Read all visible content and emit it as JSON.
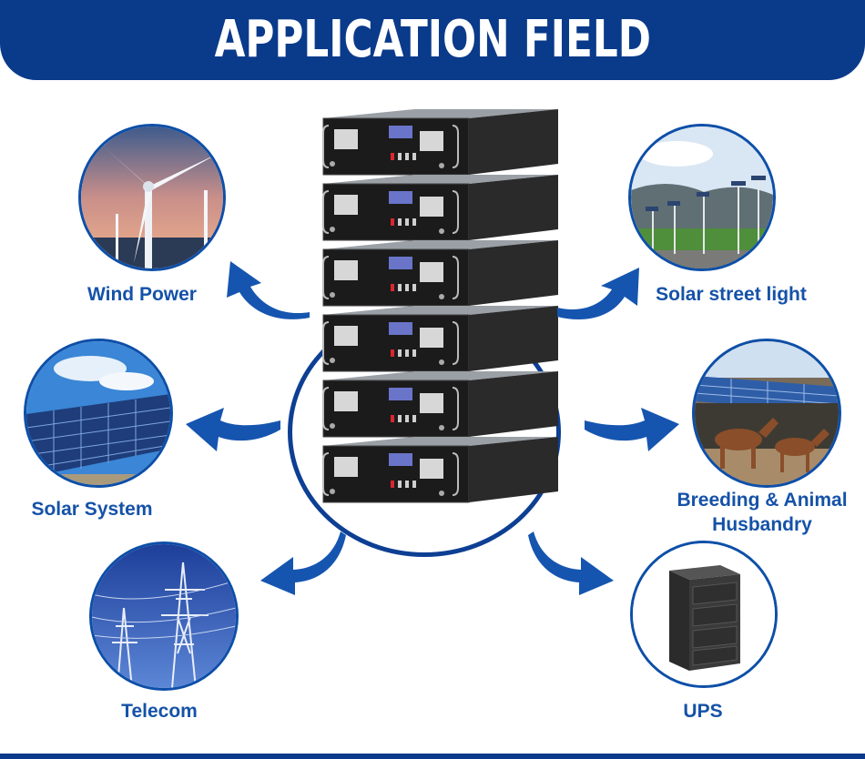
{
  "header": {
    "title": "APPLICATION FIELD"
  },
  "colors": {
    "brand_blue": "#0a3a8a",
    "label_blue": "#1552a8",
    "arrow_blue": "#1555b0"
  },
  "applications": [
    {
      "label": "Wind Power",
      "icon": "wind-turbine-icon"
    },
    {
      "label": "Solar System",
      "icon": "solar-panel-icon"
    },
    {
      "label": "Telecom",
      "icon": "power-tower-icon"
    },
    {
      "label": "Solar street light",
      "icon": "street-light-icon"
    },
    {
      "label": "Breeding & Animal Husbandry",
      "icon": "horse-barn-icon"
    },
    {
      "label": "UPS",
      "icon": "ups-cabinet-icon"
    }
  ],
  "product": {
    "icon": "rack-battery-stack-icon",
    "modules": 6
  }
}
